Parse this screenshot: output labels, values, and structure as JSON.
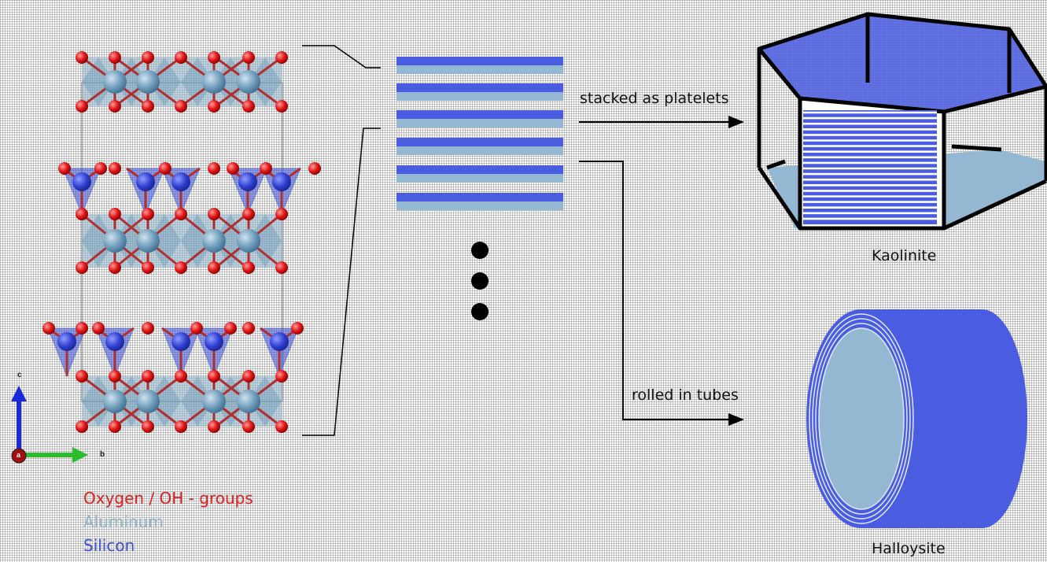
{
  "arrows": {
    "stacked": "stacked as platelets",
    "rolled": "rolled in tubes"
  },
  "minerals": {
    "kaolinite": "Kaolinite",
    "halloysite": "Halloysite"
  },
  "legend": {
    "oxygen": {
      "label": "Oxygen / OH - groups",
      "color": "#e02020"
    },
    "aluminum": {
      "label": "Aluminum",
      "color": "#8fb4cc"
    },
    "silicon": {
      "label": "Silicon",
      "color": "#3a4fd6"
    }
  },
  "axes": {
    "c": "c",
    "b": "b",
    "a": "a"
  },
  "colors": {
    "silicon_layer": "#4a5ce0",
    "aluminum_layer": "#94b8d2",
    "oxygen": "#e01818",
    "tube_outer": "#4a5ce0",
    "tube_inner": "#94b8d2"
  }
}
